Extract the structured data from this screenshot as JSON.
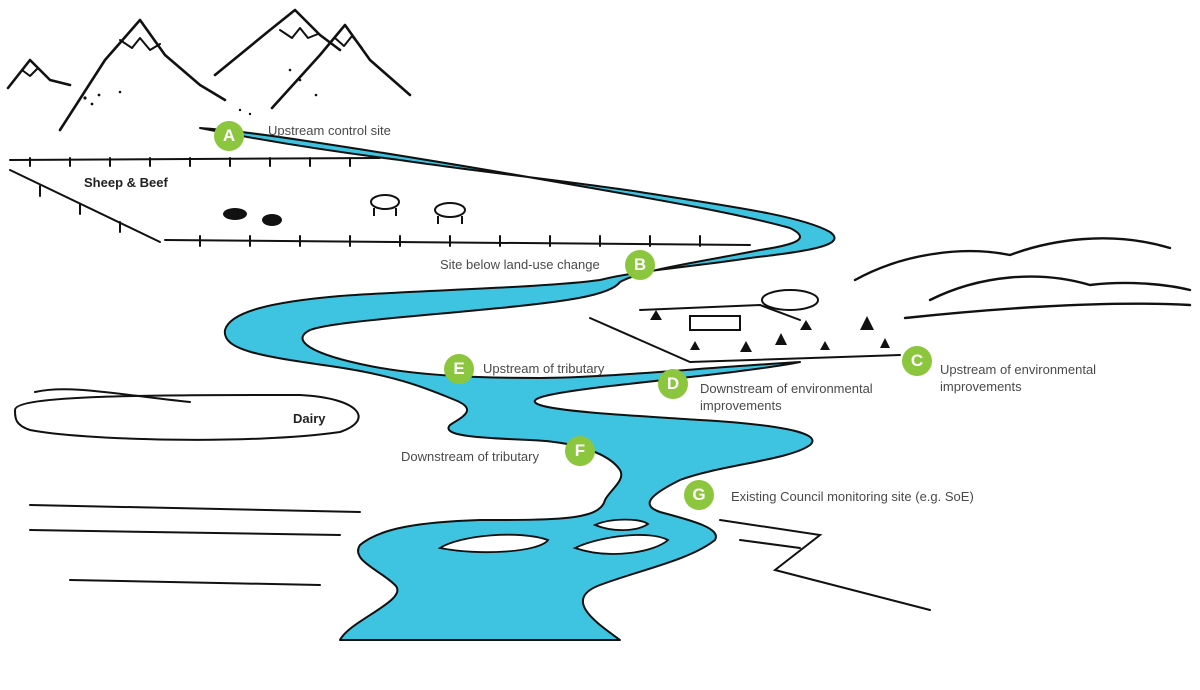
{
  "colors": {
    "river": "#3ec4e1",
    "marker": "#8cc63f",
    "ink": "#111111",
    "label": "#4a4a4a"
  },
  "zones": {
    "sheep_beef": "Sheep & Beef",
    "dairy": "Dairy"
  },
  "sites": [
    {
      "letter": "A",
      "label": "Upstream control site"
    },
    {
      "letter": "B",
      "label": "Site below land-use change"
    },
    {
      "letter": "C",
      "label": "Upstream of environmental improvements"
    },
    {
      "letter": "D",
      "label": "Downstream of environmental improvements"
    },
    {
      "letter": "E",
      "label": "Upstream of tributary"
    },
    {
      "letter": "F",
      "label": "Downstream of tributary"
    },
    {
      "letter": "G",
      "label": "Existing Council monitoring site (e.g. SoE)"
    }
  ]
}
